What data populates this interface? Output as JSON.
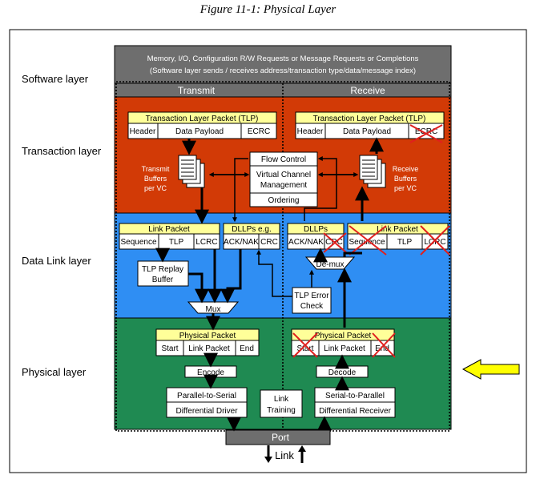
{
  "figure": {
    "title": "Figure 11-1: Physical Layer"
  },
  "layers": {
    "software": "Software layer",
    "transaction": "Transaction layer",
    "data_link": "Data Link layer",
    "physical": "Physical layer"
  },
  "software_box": {
    "line1": "Memory, I/O, Configuration R/W Requests or Message Requests or Completions",
    "line2": "(Software layer sends / receives address/transaction type/data/message index)"
  },
  "directions": {
    "transmit": "Transmit",
    "receive": "Receive"
  },
  "tlp": {
    "title": "Transaction Layer Packet (TLP)",
    "header": "Header",
    "payload": "Data Payload",
    "ecrc": "ECRC"
  },
  "transmit_buffers": {
    "line1": "Transmit",
    "line2": "Buffers",
    "line3": "per VC"
  },
  "receive_buffers": {
    "line1": "Receive",
    "line2": "Buffers",
    "line3": "per VC"
  },
  "center_stack": {
    "flow_control": "Flow Control",
    "vc_line1": "Virtual Channel",
    "vc_line2": "Management",
    "ordering": "Ordering"
  },
  "link_packet": {
    "title": "Link Packet",
    "sequence": "Sequence",
    "tlp": "TLP",
    "lcrc": "LCRC"
  },
  "dllp_tx": {
    "title": "DLLPs e.g.",
    "acknak": "ACK/NAK",
    "crc": "CRC"
  },
  "dllp_rx": {
    "title": "DLLPs",
    "acknak": "ACK/NAK",
    "crc": "CRC"
  },
  "replay_buffer": {
    "line1": "TLP Replay",
    "line2": "Buffer"
  },
  "mux": "Mux",
  "demux": "De-mux",
  "error_check": {
    "line1": "TLP Error",
    "line2": "Check"
  },
  "physical_packet": {
    "title": "Physical Packet",
    "start": "Start",
    "link_packet": "Link Packet",
    "end": "End"
  },
  "encode": "Encode",
  "decode": "Decode",
  "tx_driver": {
    "p2s": "Parallel-to-Serial",
    "driver": "Differential Driver"
  },
  "rx_receiver": {
    "s2p": "Serial-to-Parallel",
    "receiver": "Differential Receiver"
  },
  "link_training": {
    "line1": "Link",
    "line2": "Training"
  },
  "port": "Port",
  "link": "Link",
  "colors": {
    "software": "#6e6e6e",
    "transaction": "#d23a06",
    "data_link": "#2f8ef3",
    "physical": "#1f8a52",
    "header_yellow": "#ffff99",
    "arrow_yellow": "#ffff00",
    "cross_red": "#e0201e"
  }
}
